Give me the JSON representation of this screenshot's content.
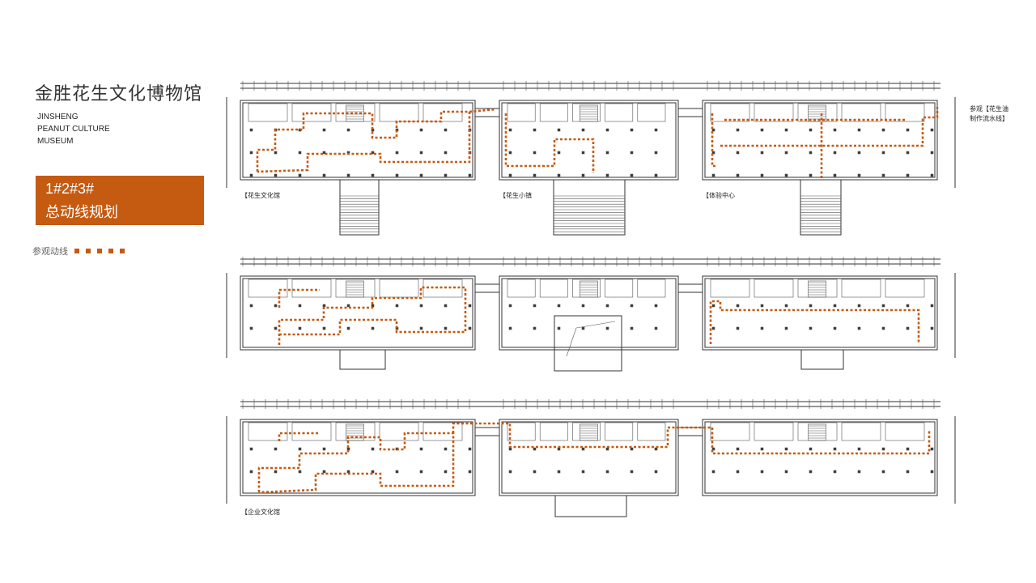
{
  "header": {
    "title_zh": "金胜花生文化博物馆",
    "title_en": [
      "JINSHENG",
      "PEANUT CULTURE",
      "MUSEUM"
    ]
  },
  "badge": {
    "line1": "1#2#3#",
    "line2": "总动线规划",
    "color": "#c55a11"
  },
  "legend": {
    "label": "参观动线",
    "line_color": "#c55a11"
  },
  "plan_labels": {
    "museum": "【花生文化馆",
    "town": "【花生小镇",
    "experience": "【体验中心",
    "enterprise": "【企业文化馆"
  },
  "note": [
    "参观【花生油",
    "制作流水线】"
  ]
}
